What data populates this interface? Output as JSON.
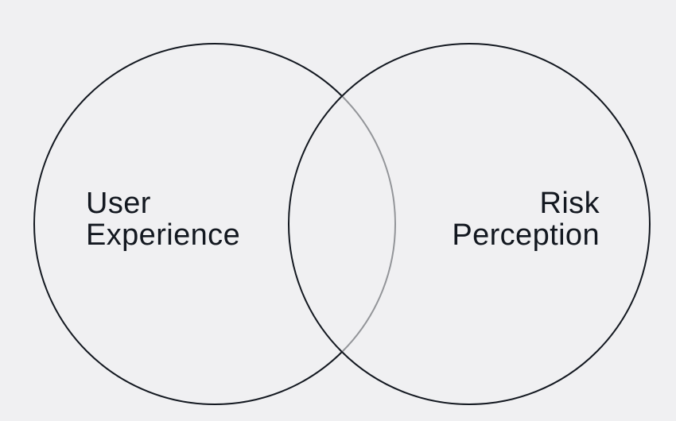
{
  "venn": {
    "type": "venn-diagram",
    "sets": [
      {
        "label": "User Experience",
        "label_lines": [
          "User",
          "Experience"
        ],
        "position": "left"
      },
      {
        "label": "Risk Perception",
        "label_lines": [
          "Risk",
          "Perception"
        ],
        "position": "right"
      }
    ],
    "overlap_label": ""
  },
  "colors": {
    "background": "#f0f0f2",
    "circle_stroke": "#131820",
    "label_text": "#131820",
    "overlap_dimmed_arc": "#8e9297"
  }
}
